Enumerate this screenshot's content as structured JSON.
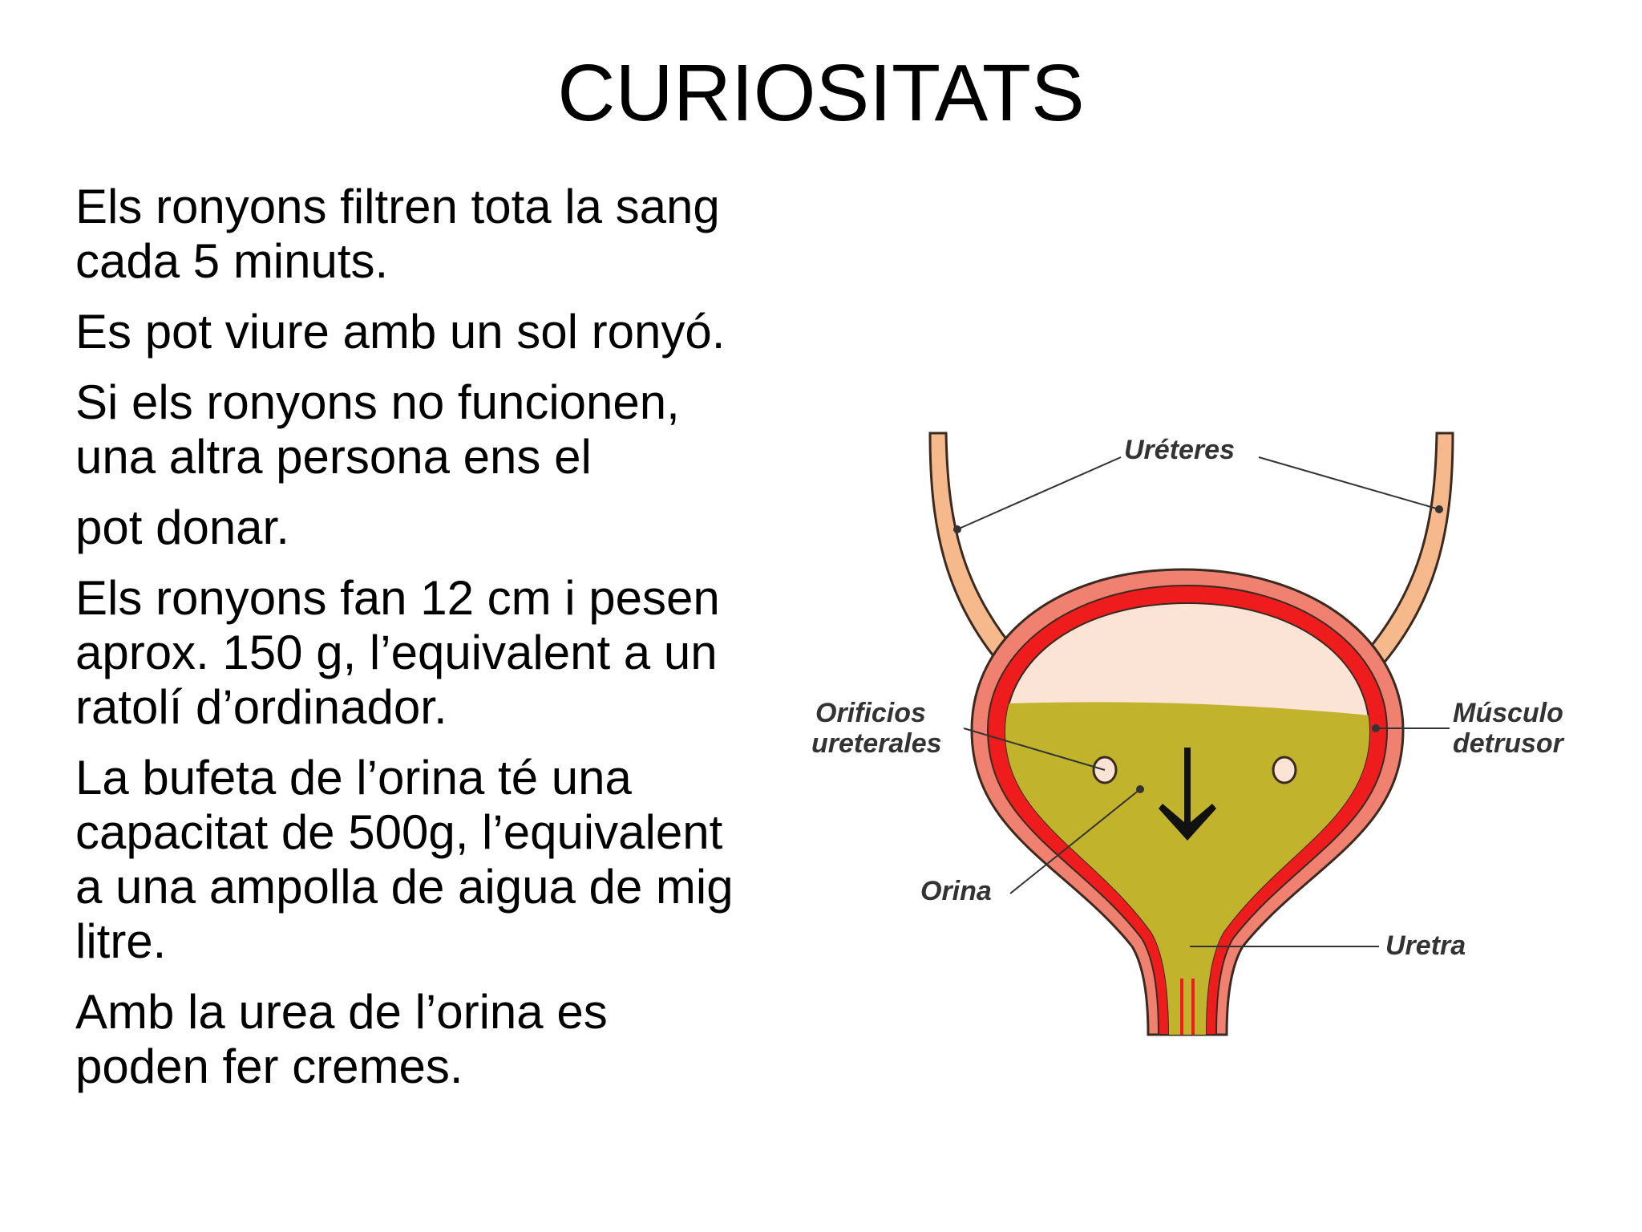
{
  "title": "CURIOSITATS",
  "facts": [
    [
      "Els ronyons filtren tota la sang",
      "cada 5 minuts."
    ],
    [
      "Es pot viure amb un sol ronyó."
    ],
    [
      "Si els ronyons no funcionen,",
      "una altra persona ens el"
    ],
    [
      "pot donar."
    ],
    [
      "Els ronyons fan 12 cm i pesen",
      "aprox. 150 g, l’equivalent a un",
      "ratolí d’ordinador."
    ],
    [
      "La bufeta de l’orina té una",
      "capacitat de 500g, l’equivalent",
      "a una ampolla de aigua de mig",
      "litre."
    ],
    [
      "Amb la urea de l’orina es",
      "poden fer cremes."
    ]
  ],
  "diagram": {
    "labels": {
      "ureteres": "Uréteres",
      "orificios_1": "Orificios",
      "orificios_2": "ureterales",
      "musculo_1": "Músculo",
      "musculo_2": "detrusor",
      "orina": "Orina",
      "uretra": "Uretra"
    },
    "colors": {
      "ureter_fill": "#f5b98c",
      "outer_wall": "#f08070",
      "detrusor": "#ee1c1c",
      "inner_empty": "#fbe3d6",
      "urine": "#c2b32c",
      "outline": "#3a2a20"
    }
  }
}
